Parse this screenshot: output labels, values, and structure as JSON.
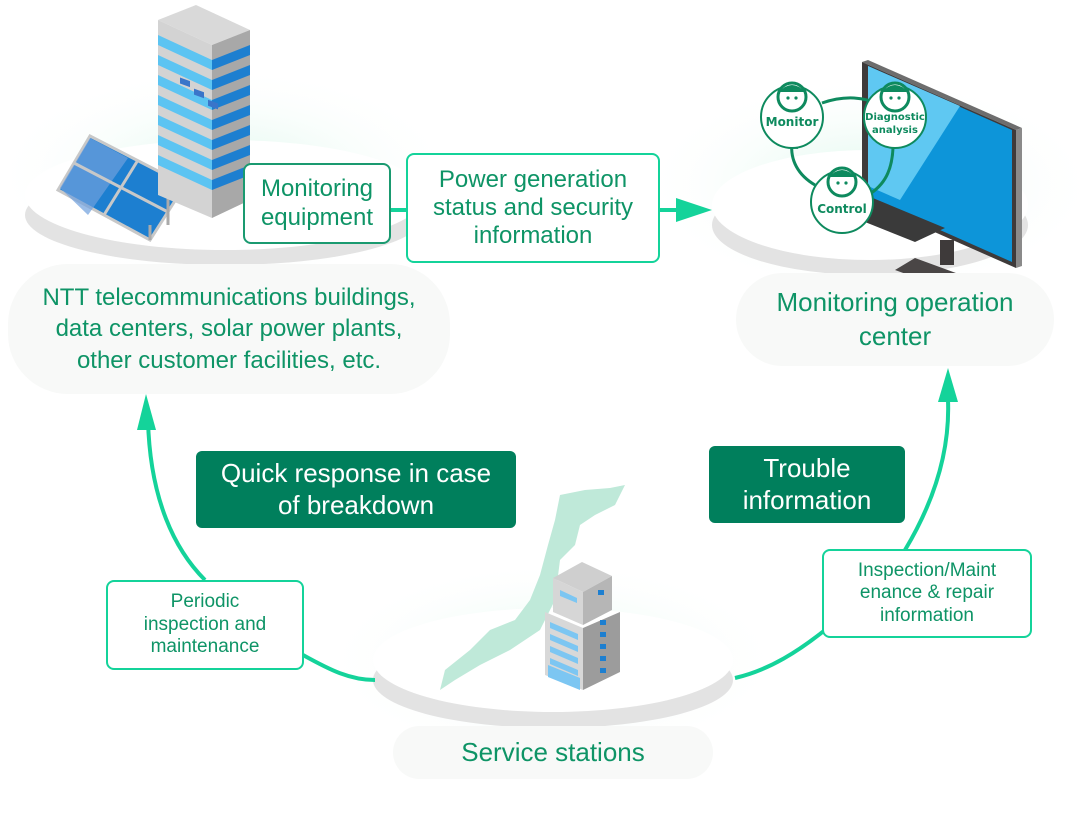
{
  "colors": {
    "accent_green": "#14d39a",
    "text_green": "#0e9466",
    "dark_green": "#007f5c",
    "building_blue": "#1d7fd0",
    "building_light_blue": "#5cc4f2",
    "map_green": "#bfe9d9"
  },
  "nodes": {
    "facilities": {
      "label": "NTT telecommunications buildings,\ndata centers, solar power plants,\nother customer facilities, etc.",
      "icons": [
        "building-icon",
        "solar-panel-icon"
      ]
    },
    "monitoring_center": {
      "label": "Monitoring operation\ncenter",
      "icons": [
        "monitor-computer-icon",
        "keyboard-icon"
      ]
    },
    "service_stations": {
      "label": "Service stations",
      "icons": [
        "japan-map-icon",
        "building-icon"
      ]
    }
  },
  "boxes": {
    "monitoring_equipment": "Monitoring\nequipment",
    "power_generation": "Power generation\nstatus and security\ninformation",
    "quick_response": "Quick response in case\nof breakdown",
    "trouble_information": "Trouble\ninformation",
    "periodic_inspection": "Periodic\ninspection and\nmaintenance",
    "inspection_repair_info": "Inspection/Maint\nenance & repair\ninformation"
  },
  "cycle": {
    "roles": [
      "Monitor",
      "Diagnostic",
      "analysis",
      "Control"
    ]
  }
}
